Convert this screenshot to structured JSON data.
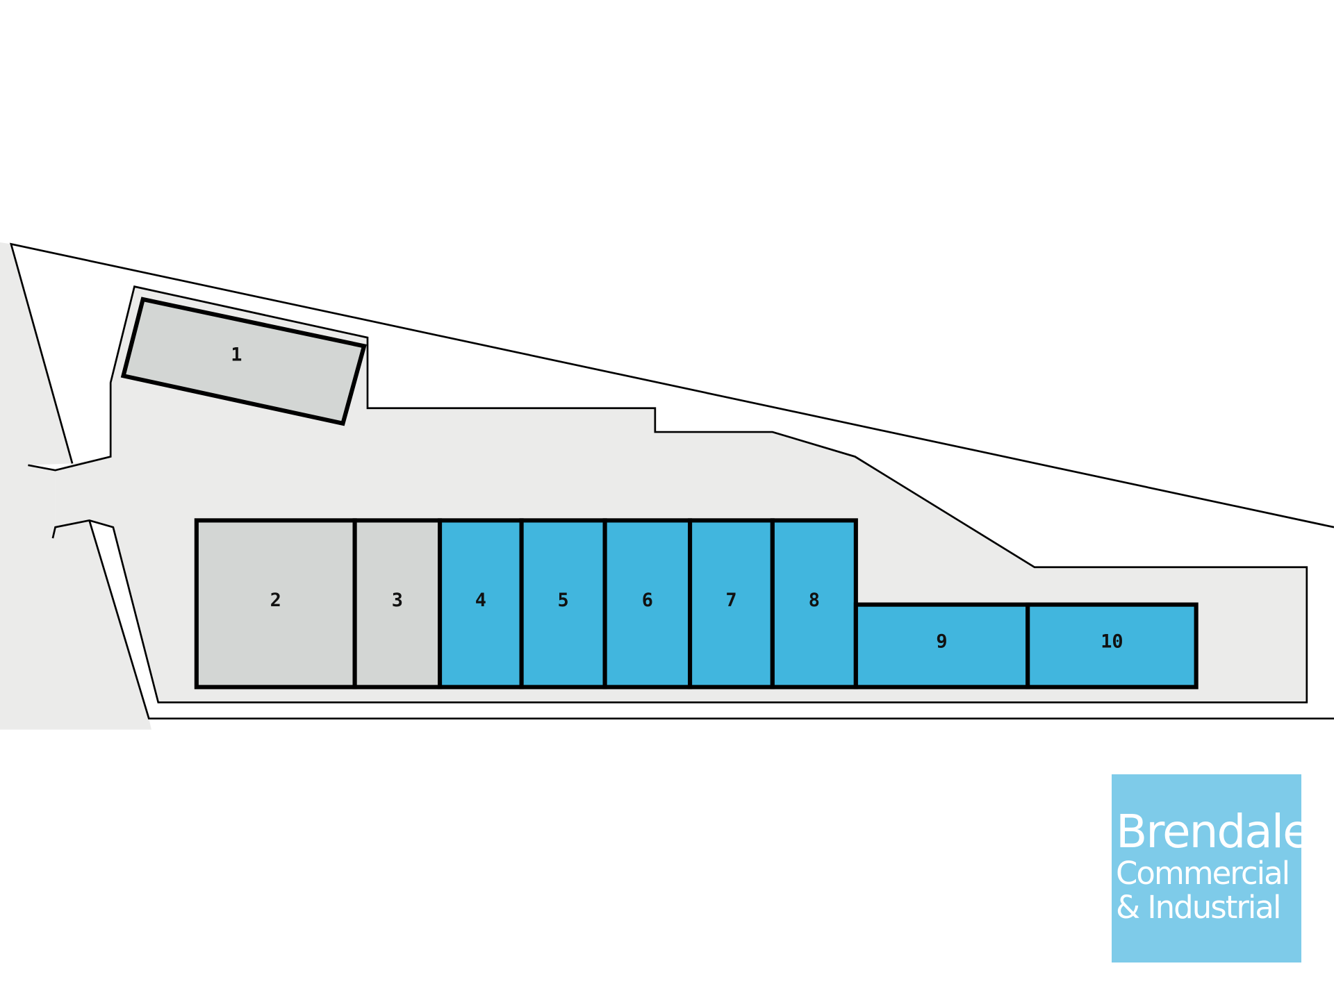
{
  "site_plan": {
    "colors": {
      "available": "#41b6de",
      "unavailable": "#d3d6d4",
      "road": "#ebebea",
      "logo": "#7ecbe9"
    },
    "units": [
      {
        "label": "1",
        "status": "unavailable"
      },
      {
        "label": "2",
        "status": "unavailable"
      },
      {
        "label": "3",
        "status": "unavailable"
      },
      {
        "label": "4",
        "status": "available"
      },
      {
        "label": "5",
        "status": "available"
      },
      {
        "label": "6",
        "status": "available"
      },
      {
        "label": "7",
        "status": "available"
      },
      {
        "label": "8",
        "status": "available"
      },
      {
        "label": "9",
        "status": "available"
      },
      {
        "label": "10",
        "status": "available"
      }
    ]
  },
  "logo": {
    "line1": "Brendale",
    "line2": "Commercial",
    "line3": "& Industrial"
  }
}
